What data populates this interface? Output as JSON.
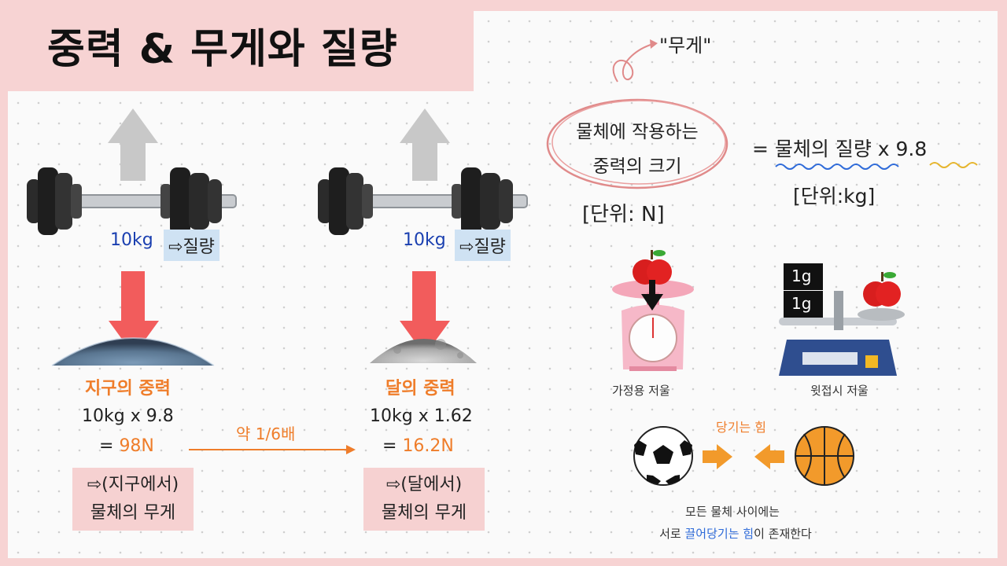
{
  "title": "중력 & 무게와 질량",
  "earth_side": {
    "mass_label": "10kg",
    "mass_tag": "질량",
    "gravity_label": "지구의 중력",
    "calc": "10kg x 9.8",
    "result_prefix": "= ",
    "result": "98N",
    "box_line1": "(지구에서)",
    "box_line2": "물체의 무게"
  },
  "moon_side": {
    "mass_label": "10kg",
    "mass_tag": "질량",
    "gravity_label": "달의 중력",
    "calc": "10kg x 1.62",
    "result_prefix": "= ",
    "result": "16.2N",
    "box_line1": "(달에서)",
    "box_line2": "물체의 무게"
  },
  "ratio_label": "약 1/6배",
  "definition": {
    "weight_quote": "\"무게\"",
    "line1": "물체에 작용하는",
    "line2": "중력의 크기",
    "unit_n": "[단위: N]",
    "formula": "= 물체의 질량 x 9.8",
    "unit_kg": "[단위:kg]"
  },
  "scales": {
    "household_label": "가정용 저울",
    "balance_label": "윗접시 저울",
    "weight_1": "1g",
    "weight_2": "1g"
  },
  "attraction": {
    "pull_label": "당기는 힘",
    "caption_line1": "모든 물체 사이에는",
    "caption_line2_a": "서로 ",
    "caption_line2_b": "끌어당기는 힘",
    "caption_line2_c": "이 존재한다"
  },
  "colors": {
    "background_pink": "#f7d3d3",
    "arrow_red": "#f25c5c",
    "arrow_gray": "#c8c8c8",
    "accent_orange": "#ef7d2a",
    "text_blue": "#1a3fb0",
    "tag_blue": "#cfe2f3"
  }
}
